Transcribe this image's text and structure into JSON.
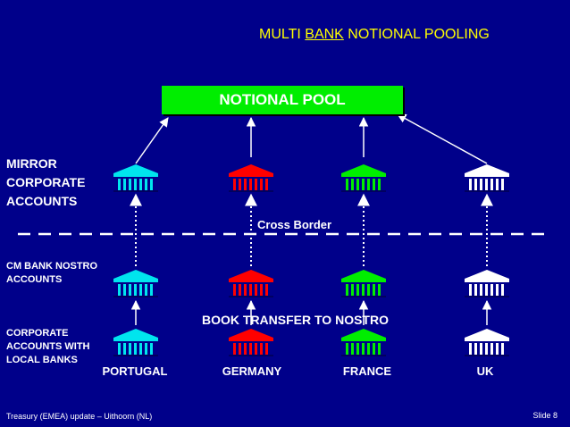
{
  "title": {
    "prefix": "MULTI ",
    "underlined": "BANK",
    "suffix": " NOTIONAL POOLING"
  },
  "pool_label": "NOTIONAL POOL",
  "rows": {
    "mirror": [
      "MIRROR",
      "CORPORATE",
      "ACCOUNTS"
    ],
    "nostro": [
      "CM BANK NOSTRO",
      "ACCOUNTS"
    ],
    "local": [
      "CORPORATE",
      "ACCOUNTS WITH",
      "LOCAL BANKS"
    ]
  },
  "cross_border": "Cross Border",
  "book_transfer": "BOOK TRANSFER TO NOSTRO",
  "countries": [
    {
      "name": "PORTUGAL",
      "color": "#00e5ee"
    },
    {
      "name": "GERMANY",
      "color": "#ff0000"
    },
    {
      "name": "FRANCE",
      "color": "#00ee00"
    },
    {
      "name": "UK",
      "color": "#ffffff"
    }
  ],
  "colors": {
    "background": "#00008a",
    "title": "#ffff00",
    "pool": "#00ee00",
    "dashes": "#ffffff"
  },
  "footer": "Treasury (EMEA) update – Uithoorn (NL)",
  "slide": "Slide 8"
}
